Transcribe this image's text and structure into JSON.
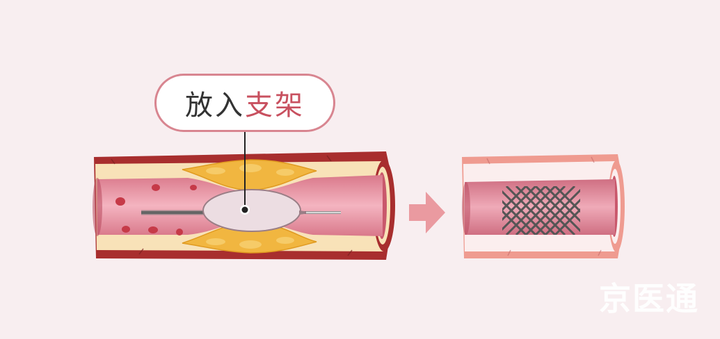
{
  "callout": {
    "text_dark": "放入",
    "text_accent": "支架"
  },
  "watermark": {
    "text": "京医通"
  },
  "colors": {
    "background": "#f8eef0",
    "vessel_wall": "#a82e2e",
    "vessel_lining": "#f8e2b8",
    "lumen": "#e89aa8",
    "plaque": "#f1b640",
    "accent": "#c8505f",
    "callout_border": "#d88590",
    "arrow": "#ea9aa0"
  },
  "icons": [
    "callout-pin-icon",
    "arrow-right-icon",
    "balloon-catheter-icon",
    "stent-mesh-icon"
  ]
}
